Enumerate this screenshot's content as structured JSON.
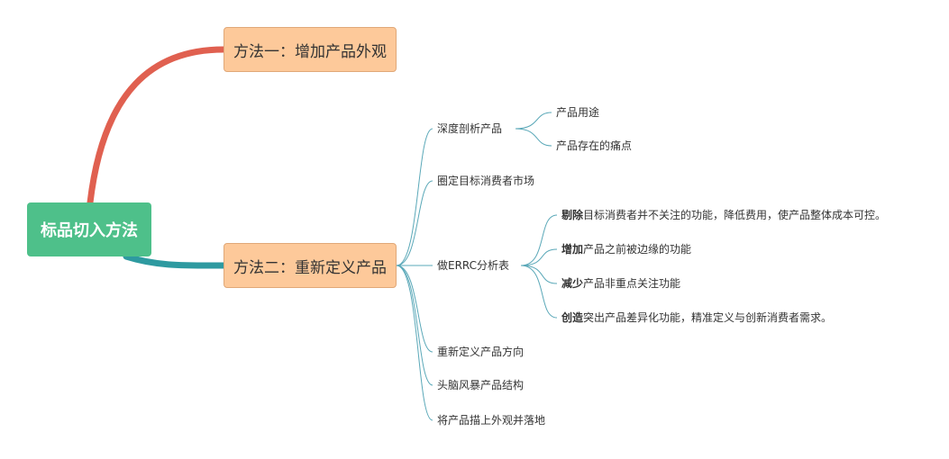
{
  "root": {
    "label": "标品切入方法"
  },
  "method1": {
    "label": "方法一：增加产品外观"
  },
  "method2": {
    "label": "方法二：重新定义产品",
    "children": [
      {
        "label": "深度剖析产品",
        "children": [
          "产品用途",
          "产品存在的痛点"
        ]
      },
      {
        "label": "圈定目标消费者市场"
      },
      {
        "label": "做ERRC分析表",
        "items": [
          {
            "bold": "剔除",
            "text": "目标消费者并不关注的功能，降低费用，使产品整体成本可控。"
          },
          {
            "bold": "增加",
            "text": "产品之前被边缘的功能"
          },
          {
            "bold": "减少",
            "text": "产品非重点关注功能"
          },
          {
            "bold": "创造",
            "text": "突出产品差异化功能，精准定义与创新消费者需求。"
          }
        ]
      },
      {
        "label": "重新定义产品方向"
      },
      {
        "label": "头脑风暴产品结构"
      },
      {
        "label": "将产品描上外观并落地"
      }
    ]
  },
  "colors": {
    "root": "#4ec08a",
    "branch1": "#e06050",
    "branch2": "#2e9aa0",
    "thin_line": "#5aa8b8",
    "main_fill": "#fdc99a"
  }
}
